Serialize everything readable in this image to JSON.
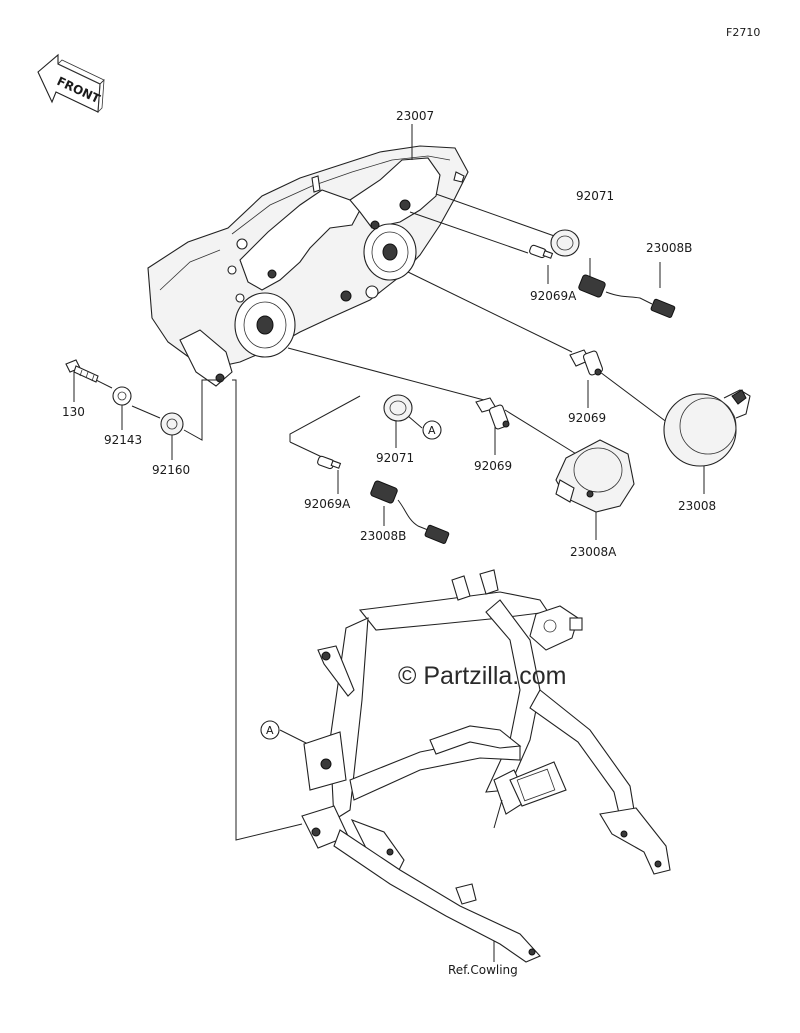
{
  "figure_code": "F2710",
  "front_arrow_label": "FRONT",
  "watermark": "© Partzilla.com",
  "ref_note": "Ref.Cowling",
  "callouts": {
    "a1": "A",
    "a2": "A"
  },
  "labels": {
    "p23007": "23007",
    "p92071_top": "92071",
    "p92069A_top": "92069A",
    "p23008B_top": "23008B",
    "p92069_right": "92069",
    "p23008": "23008",
    "p130": "130",
    "p92143": "92143",
    "p92160": "92160",
    "p92071_mid": "92071",
    "p92069_mid": "92069",
    "p92069A_low": "92069A",
    "p23008B_low": "23008B",
    "p23008A": "23008A"
  }
}
